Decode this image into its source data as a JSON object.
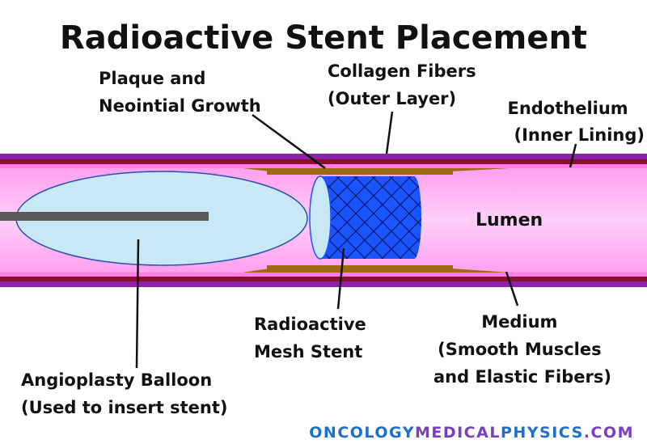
{
  "title": "Radioactive Stent Placement",
  "labels": {
    "plaque_line1": "Plaque and",
    "plaque_line2": "Neointial Growth",
    "collagen_line1": "Collagen Fibers",
    "collagen_line2": "(Outer Layer)",
    "endothelium_line1": "Endothelium",
    "endothelium_line2": "(Inner Lining)",
    "lumen": "Lumen",
    "stent_line1": "Radioactive",
    "stent_line2": "Mesh Stent",
    "medium_line1": "Medium",
    "medium_line2": "(Smooth Muscles",
    "medium_line3": "and Elastic Fibers)",
    "balloon_line1": "Angioplasty Balloon",
    "balloon_line2": "(Used to insert stent)"
  },
  "footer": {
    "part1": "ONCOLOGY",
    "part2": "MEDICAL",
    "part3": "PHYSICS",
    "part4": ".COM"
  },
  "colors": {
    "outer_layer": "#8b24a8",
    "medium": "#8b0f2e",
    "endothelium": "#ff88ee",
    "lumen": "#ffb7f5",
    "plaque": "#9b6a13",
    "balloon": "#c8e8f5",
    "stent": "#1a55ff",
    "catheter": "#5a5a5a",
    "footer_blue": "#1b6fd0",
    "footer_purple": "#7a3fc0"
  }
}
